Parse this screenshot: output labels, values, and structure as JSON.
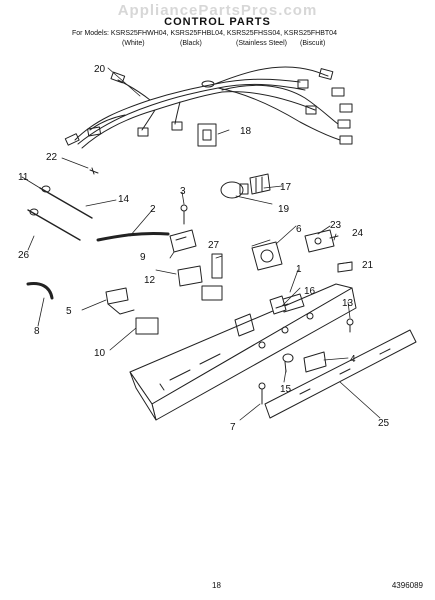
{
  "watermark": "AppliancePartsPros.com",
  "header": {
    "title": "CONTROL PARTS",
    "models_prefix": "For Models:",
    "models": "KSRS25FHWH04, KSRS25FHBL04, KSRS25FHSS04, KSRS25FHBT04",
    "finishes": [
      "(White)",
      "(Black)",
      "(Stainless Steel)",
      "(Biscuit)"
    ]
  },
  "callouts": {
    "c1": "1",
    "c2": "2",
    "c3": "3",
    "c4": "4",
    "c5": "5",
    "c6": "6",
    "c7": "7",
    "c8": "8",
    "c9": "9",
    "c10": "10",
    "c11": "11",
    "c12": "12",
    "c13": "13",
    "c14": "14",
    "c15": "15",
    "c16": "16",
    "c17": "17",
    "c18": "18",
    "c19": "19",
    "c20": "20",
    "c21": "21",
    "c22": "22",
    "c23": "23",
    "c24": "24",
    "c25": "25",
    "c26": "26",
    "c27": "27"
  },
  "footer": {
    "page_number": "18",
    "document_code": "4396089"
  }
}
